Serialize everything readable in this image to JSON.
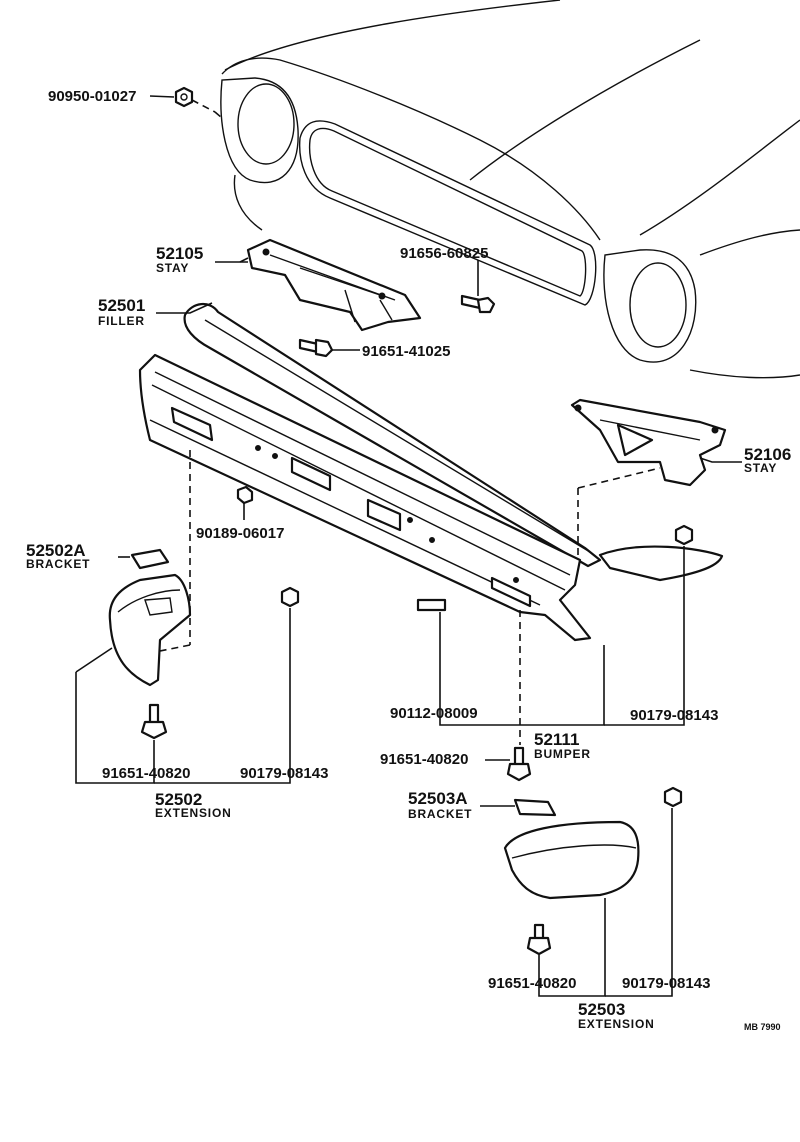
{
  "parts": {
    "nut_90950_01027": "90950-01027",
    "stay_52105_num": "52105",
    "stay_52105_name": "STAY",
    "bolt_91656_60825": "91656-60825",
    "filler_52501_num": "52501",
    "filler_52501_name": "FILLER",
    "bolt_91651_41025": "91651-41025",
    "stay_52106_num": "52106",
    "stay_52106_name": "STAY",
    "nut_90189_06017": "90189-06017",
    "bracket_52502a_num": "52502A",
    "bracket_52502a_name": "BRACKET",
    "bolt_90112_08009": "90112-08009",
    "nut_90179_08143_right": "90179-08143",
    "bumper_52111_num": "52111",
    "bumper_52111_name": "BUMPER",
    "bolt_91651_40820_center": "91651-40820",
    "bolt_91651_40820_left": "91651-40820",
    "nut_90179_08143_left": "90179-08143",
    "extension_52502_num": "52502",
    "extension_52502_name": "EXTENSION",
    "bracket_52503a_num": "52503A",
    "bracket_52503a_name": "BRACKET",
    "bolt_91651_40820_lower": "91651-40820",
    "nut_90179_08143_lower": "90179-08143",
    "extension_52503_num": "52503",
    "extension_52503_name": "EXTENSION"
  },
  "drawing_code": "MB 7990"
}
